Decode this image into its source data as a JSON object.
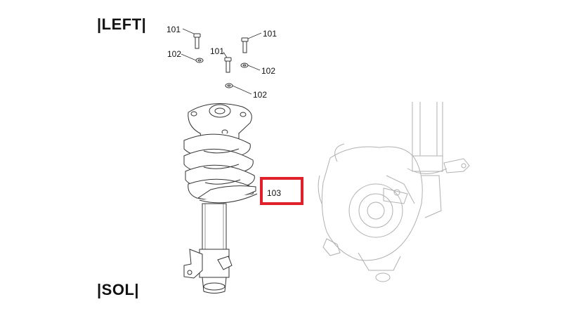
{
  "labels": {
    "left": "|LEFT|",
    "sol": "|SOL|"
  },
  "callouts": {
    "bolt_top_left": "101",
    "bolt_top_right": "101",
    "bolt_center": "101",
    "washer_left": "102",
    "washer_right": "102",
    "washer_center": "102",
    "highlighted_part": "103"
  },
  "colors": {
    "highlight": "#e0202a",
    "line_art": "#333333",
    "faded_art": "#b0b0b0"
  }
}
